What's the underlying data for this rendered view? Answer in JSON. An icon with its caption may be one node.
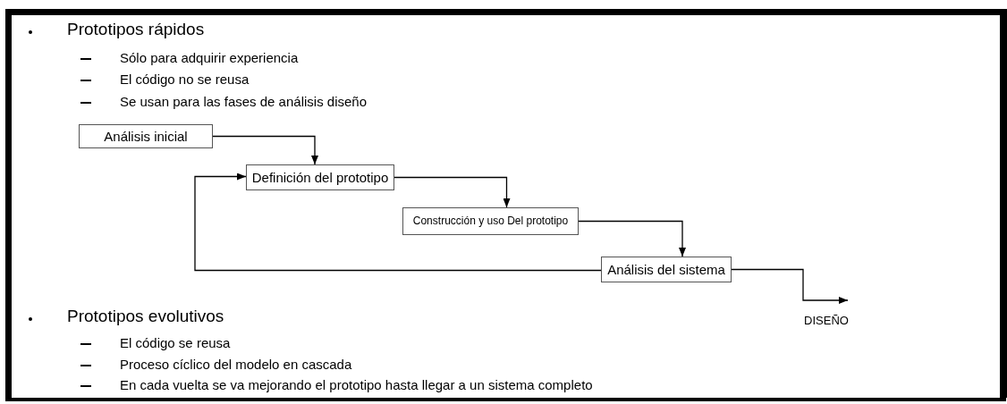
{
  "diagram": {
    "nodes": [
      {
        "text": [
          "Análisis inicial"
        ]
      },
      {
        "text": [
          "Definición del prototipo"
        ]
      },
      {
        "text": [
          "Construcción y uso Del prototipo"
        ]
      },
      {
        "text": [
          "Análisis del sistema"
        ]
      },
      {
        "text": [
          "DISEÑO"
        ]
      }
    ],
    "edges": [
      {
        "from": 0,
        "to": 1,
        "arrow": "to"
      },
      {
        "from": 1,
        "to": 2,
        "arrow": "to"
      },
      {
        "from": 2,
        "to": 3,
        "arrow": "to"
      },
      {
        "from": 3,
        "to": 1,
        "arrow": "to"
      },
      {
        "from": 3,
        "to": 4,
        "arrow": "to"
      }
    ],
    "labels": [
      "Prototipos rápidos",
      "Sólo para adquirir experiencia",
      "El código no se reusa",
      "Se usan para las fases de análisis  diseño",
      "Prototipos evolutivos",
      "El código se reusa",
      "Proceso cíclico del modelo en cascada",
      "En cada vuelta se va mejorando el prototipo hasta llegar a un sistema completo"
    ]
  }
}
